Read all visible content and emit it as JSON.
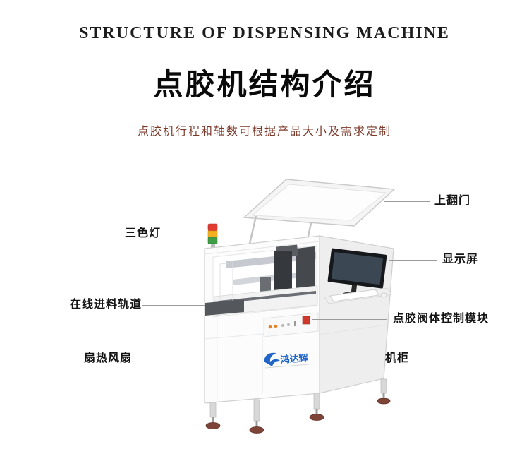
{
  "header": {
    "title_en": "STRUCTURE OF DISPENSING MACHINE",
    "title_zh": "点胶机结构介绍",
    "subtitle": "点胶机行程和轴数可根据产品大小及需求定制"
  },
  "machine": {
    "brand": "鸿达辉"
  },
  "callouts": {
    "top_door": "上翻门",
    "tricolor_light": "三色灯",
    "display_screen": "显示屏",
    "inline_feed_track": "在线进料轨道",
    "valve_control_module": "点胶阀体控制模块",
    "cooling_fan": "扇热风扇",
    "cabinet": "机柜"
  },
  "colors": {
    "subtitle_red": "#7c392a",
    "label_black": "#141414",
    "leader_gray": "#9b9b9b",
    "brand_blue": "#1f66c8",
    "light_red": "#e03c31",
    "light_yellow": "#f2b01e",
    "light_green": "#3f9d45",
    "foot_pad_brown": "#7d4437"
  }
}
